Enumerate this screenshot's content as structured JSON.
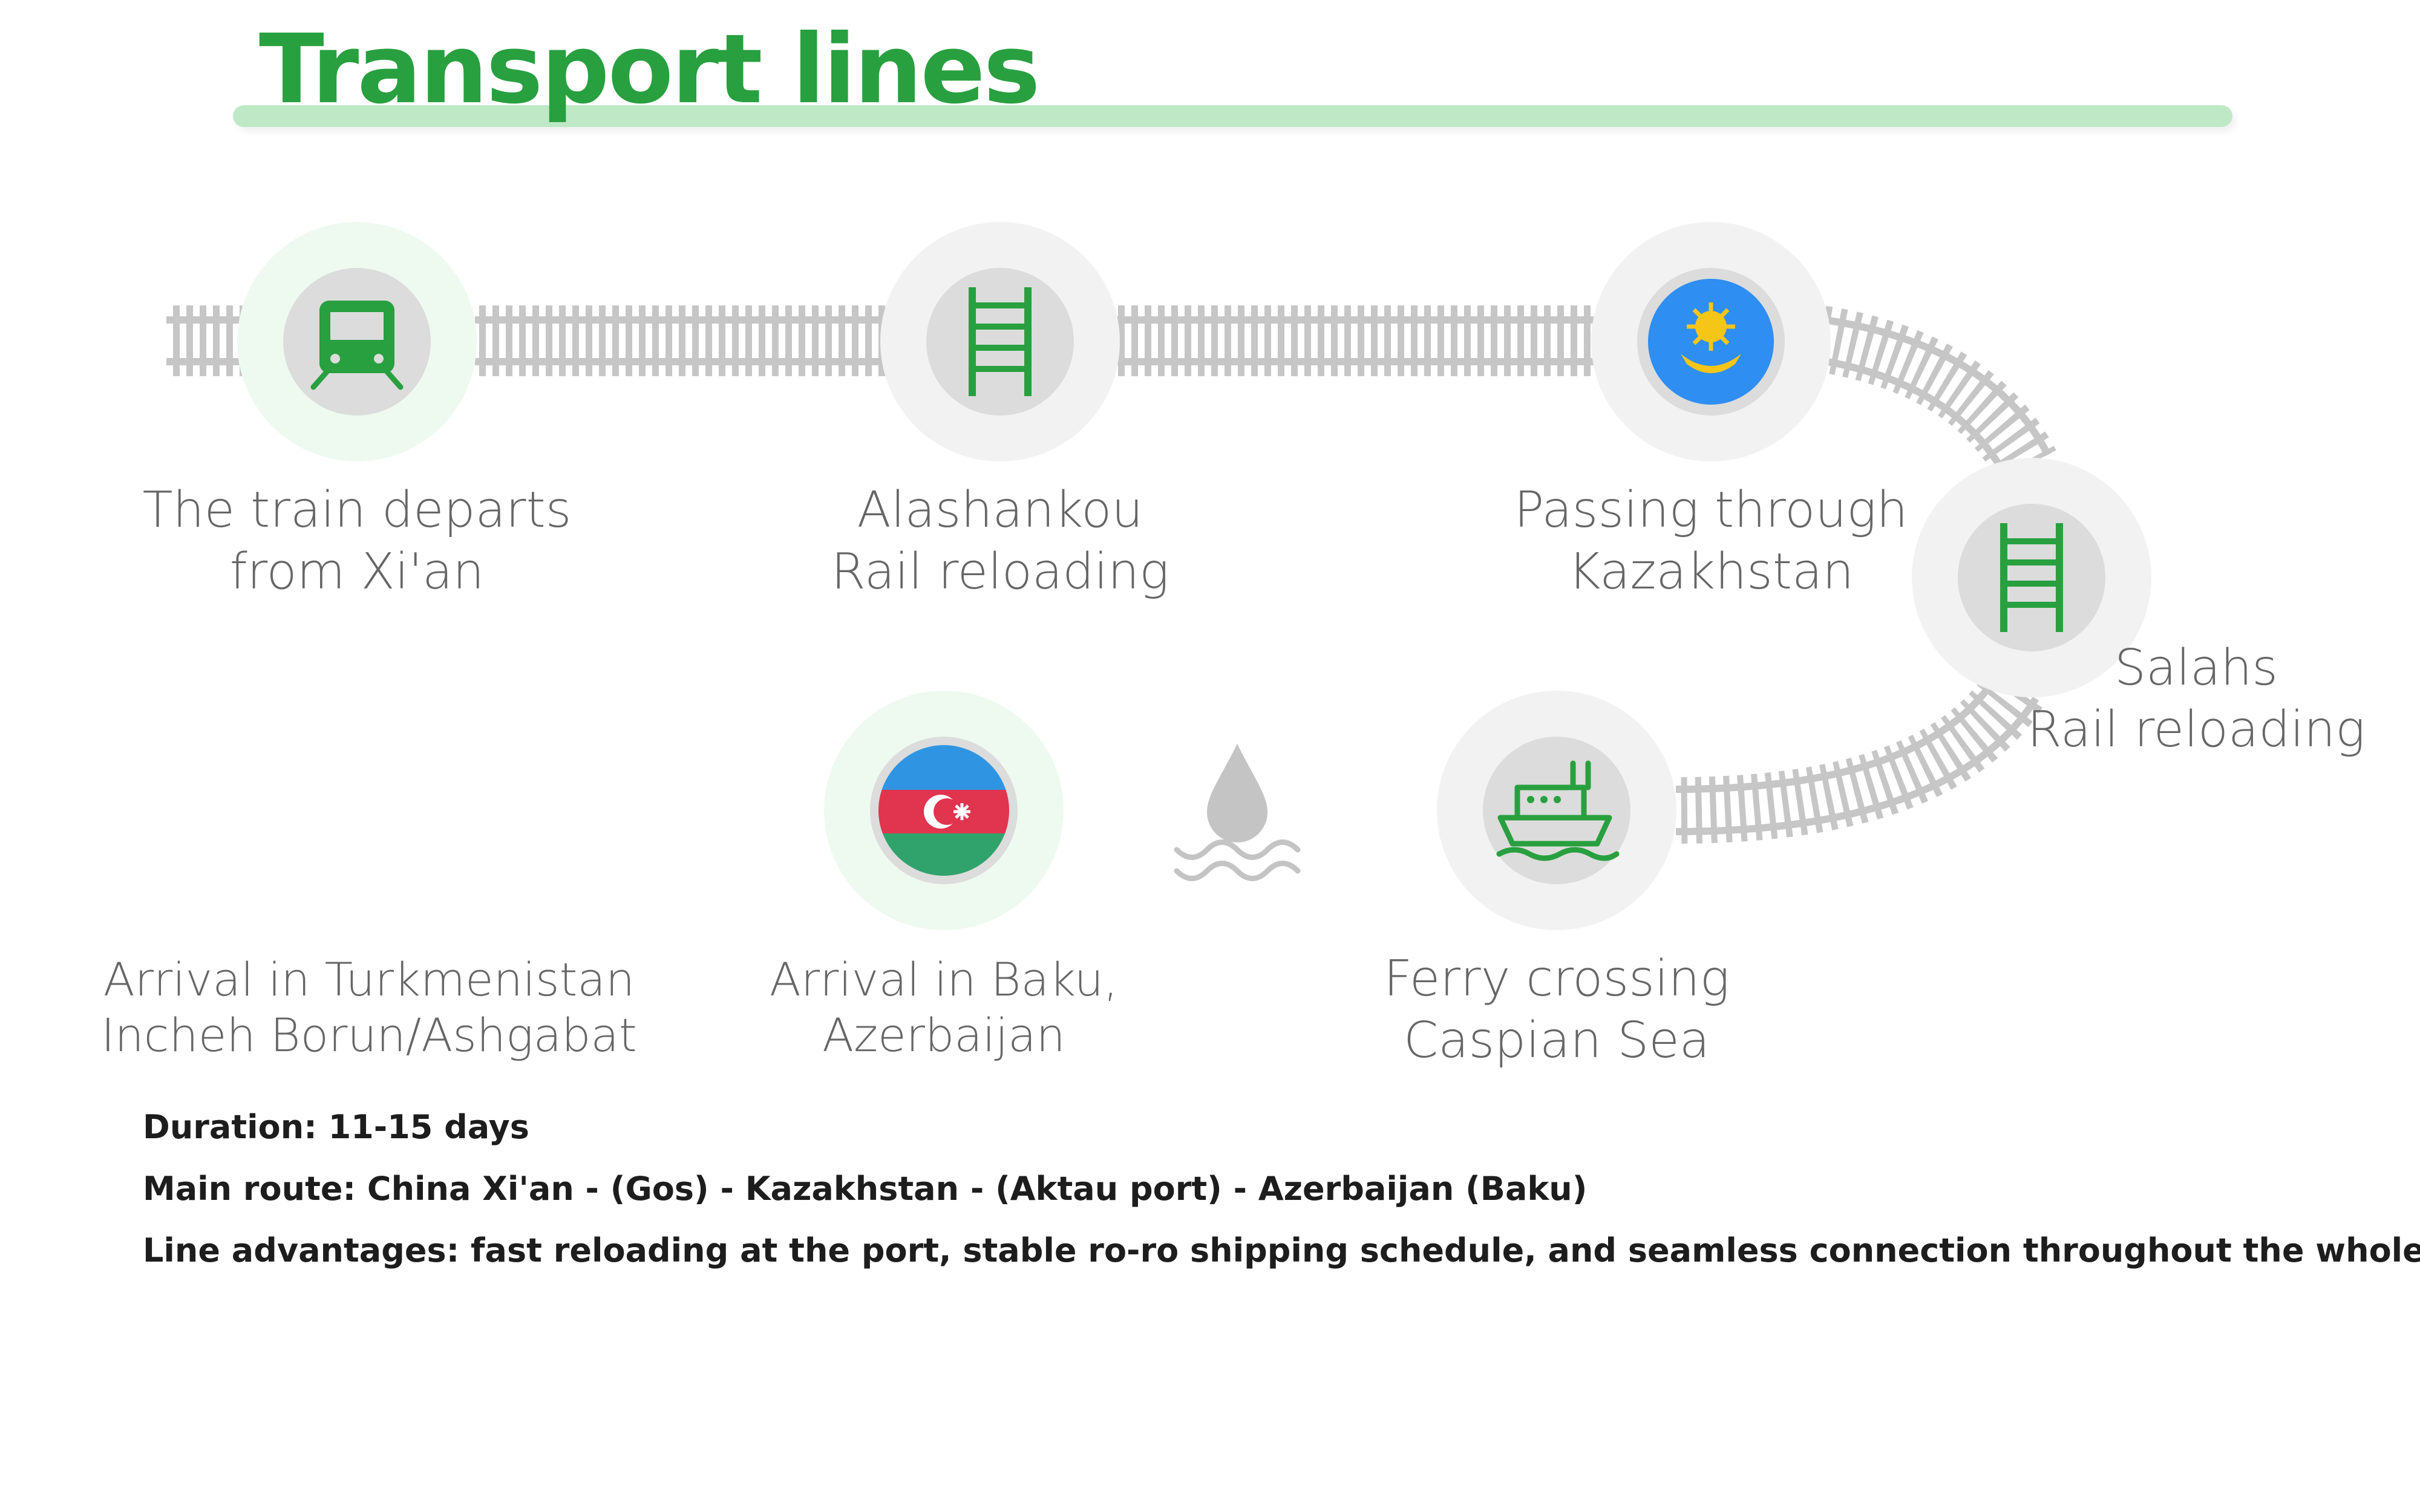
{
  "title": "Transport lines",
  "colors": {
    "accent": "#28a03f",
    "title_bar": "#bfe9c6",
    "rail": "#c6c6c6",
    "node_halo": "#f2f2f2",
    "node_halo_start": "#eefaf0",
    "node_disc": "#dcdcdc",
    "label": "#666666",
    "info": "#1d1d1d"
  },
  "stops": [
    {
      "icon": "train-icon",
      "lines": [
        "The train departs",
        "from Xi'an"
      ]
    },
    {
      "icon": "rail-track-icon",
      "lines": [
        "Alashankou",
        "Rail reloading"
      ]
    },
    {
      "icon": "kazakhstan-flag-icon",
      "lines": [
        "Passing through",
        "Kazakhstan"
      ]
    },
    {
      "icon": "rail-track-icon",
      "lines": [
        "Salahs",
        "Rail reloading"
      ]
    },
    {
      "icon": "ship-icon",
      "lines": [
        "Ferry crossing",
        "Caspian Sea"
      ]
    },
    {
      "icon": "water-drop-icon",
      "lines": []
    },
    {
      "icon": "azerbaijan-flag-icon",
      "lines": [
        "Arrival in Baku,",
        "Azerbaijan"
      ]
    },
    {
      "icon": "",
      "lines": [
        "Arrival in Turkmenistan",
        "Incheh Borun/Ashgabat"
      ]
    }
  ],
  "info": {
    "duration": "Duration: 11-15 days",
    "main_route": "Main route: China Xi'an - (Gos) - Kazakhstan - (Aktau port) - Azerbaijan (Baku)",
    "advantages": "Line advantages: fast reloading at the port, stable ro-ro shipping schedule, and seamless connection throughout the whole process"
  }
}
